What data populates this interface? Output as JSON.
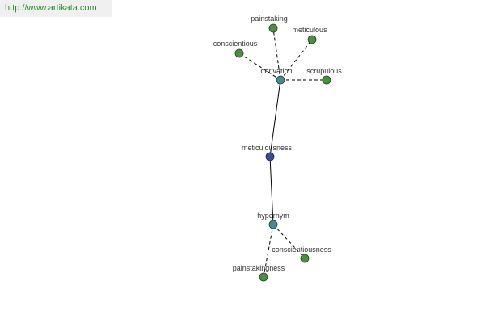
{
  "watermark": {
    "text": "http://www.artikata.com"
  },
  "graph": {
    "colors": {
      "leaf": "#4e8d43",
      "relation": "#4b8b8b",
      "center": "#3b4c93",
      "edge": "#000000"
    },
    "nodes": {
      "painstaking": {
        "label": "painstaking",
        "kind": "leaf"
      },
      "meticulous": {
        "label": "meticulous",
        "kind": "leaf"
      },
      "conscientious": {
        "label": "conscientious",
        "kind": "leaf"
      },
      "derivation": {
        "label": "derivation",
        "kind": "relation"
      },
      "scrupulous": {
        "label": "scrupulous",
        "kind": "leaf"
      },
      "meticulousness": {
        "label": "meticulousness",
        "kind": "center"
      },
      "hypernym": {
        "label": "hypernym",
        "kind": "relation"
      },
      "conscientiousness": {
        "label": "conscientiousness",
        "kind": "leaf"
      },
      "painstakingness": {
        "label": "painstakingness",
        "kind": "leaf"
      }
    }
  }
}
